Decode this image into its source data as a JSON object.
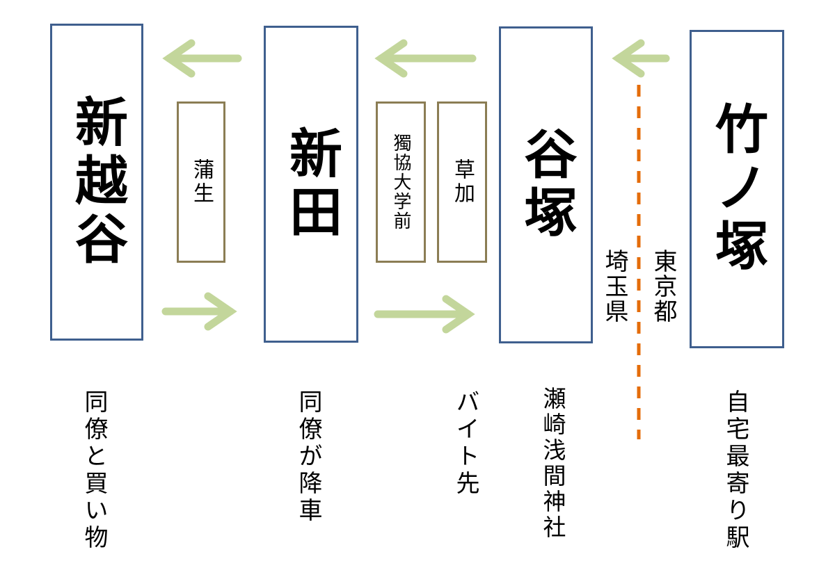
{
  "colors": {
    "station_border": "#3f5f8e",
    "minor_border": "#8b7d54",
    "arrow": "#c3d69b",
    "boundary": "#e46c0a"
  },
  "stations": {
    "shin_koshigaya": "新越谷",
    "shinden": "新田",
    "yatsuka": "谷塚",
    "takenotsuka": "竹ノ塚"
  },
  "minor_stations": {
    "gamo": "蒲生",
    "dokkyo": "獨協大学前",
    "soka": "草加"
  },
  "prefectures": {
    "tokyo": "東京都",
    "saitama": "埼玉県"
  },
  "notes": {
    "shin_koshigaya": "同僚と買い物",
    "shinden": "同僚が降車",
    "soka": "バイト先",
    "yatsuka": "瀬崎浅間神社",
    "takenotsuka": "自宅最寄り駅"
  }
}
